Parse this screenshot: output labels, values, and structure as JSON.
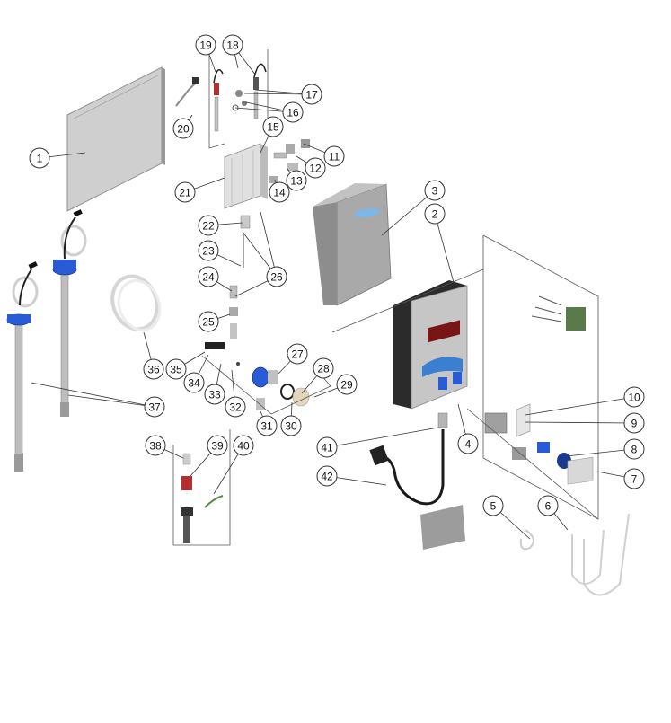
{
  "diagram": {
    "callouts": [
      "1",
      "2",
      "3",
      "4",
      "5",
      "6",
      "7",
      "8",
      "9",
      "10",
      "11",
      "12",
      "13",
      "14",
      "15",
      "16",
      "17",
      "18",
      "19",
      "20",
      "21",
      "22",
      "23",
      "24",
      "25",
      "26",
      "27",
      "28",
      "29",
      "30",
      "31",
      "32",
      "33",
      "34",
      "35",
      "36",
      "37",
      "38",
      "39",
      "40",
      "41",
      "42"
    ]
  },
  "colors": {
    "panel": "#c9c9c9",
    "panel_edge": "#8f8f8f",
    "cover": "#a8a8a8",
    "housing": "#2b2b2b",
    "display": "#c0392b",
    "accent_blue": "#2a5bd7",
    "tube_silver": "#b8b8b8",
    "hose_white": "#e8e8e8",
    "cable": "#1a1a1a",
    "pump_green": "#5a7a4a",
    "sensor_red": "#b03030"
  }
}
